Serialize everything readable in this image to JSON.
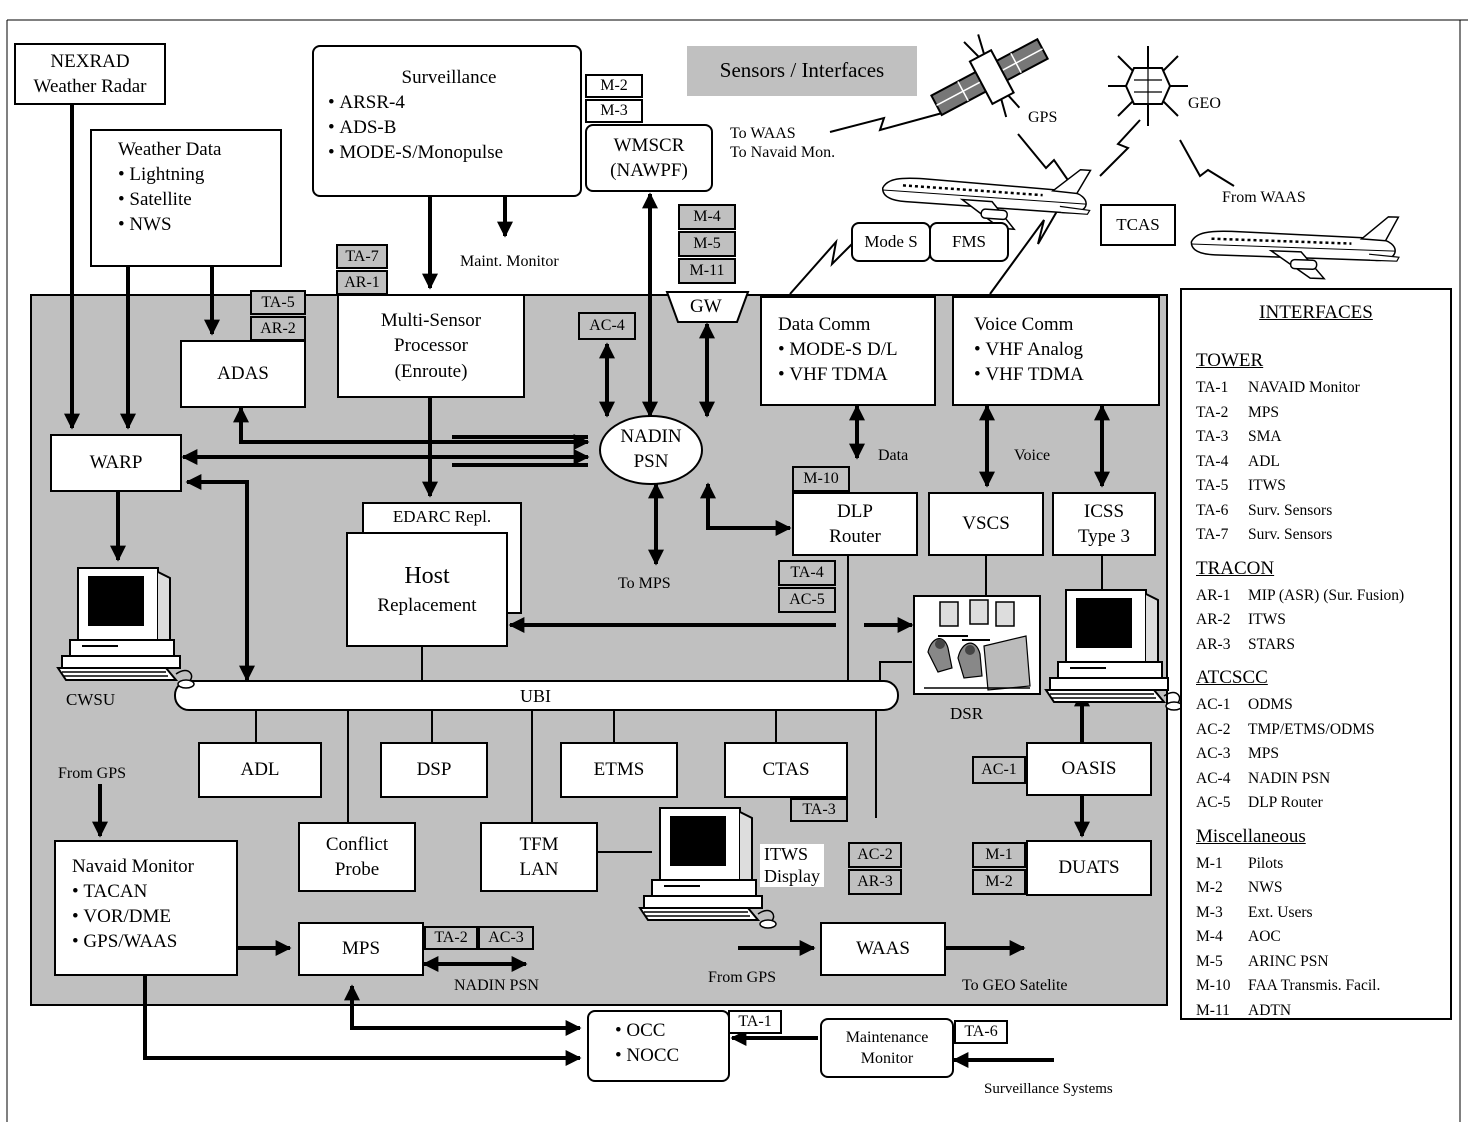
{
  "header": {
    "sensors_title": "Sensors / Interfaces"
  },
  "external": {
    "nexrad": [
      "NEXRAD",
      "Weather Radar"
    ],
    "weather_data": {
      "title": "Weather Data",
      "items": [
        "Lightning",
        "Satellite",
        "NWS"
      ]
    },
    "surveillance": {
      "title": "Surveillance",
      "items": [
        "ARSR-4",
        "ADS-B",
        "MODE-S/Monopulse"
      ]
    },
    "wmscr": [
      "WMSCR",
      "(NAWPF)"
    ],
    "mode_s": "Mode S",
    "fms": "FMS",
    "tcas": "TCAS",
    "gps_label": "GPS",
    "geo_label": "GEO",
    "to_waas": [
      "To WAAS",
      "To Navaid Mon."
    ],
    "from_waas": "From WAAS",
    "maint_monitor_label": "Maint. Monitor"
  },
  "tags": {
    "ta7": "TA-7",
    "ar1": "AR-1",
    "ta5": "TA-5",
    "ar2": "AR-2",
    "m2_top": "M-2",
    "m3": "M-3",
    "m4": "M-4",
    "m5": "M-5",
    "m11": "M-11",
    "ac4": "AC-4",
    "m10": "M-10",
    "ta4": "TA-4",
    "ac5": "AC-5",
    "ta3": "TA-3",
    "ac2": "AC-2",
    "ar3": "AR-3",
    "ac1": "AC-1",
    "m1": "M-1",
    "m2": "M-2",
    "ta2": "TA-2",
    "ac3": "AC-3",
    "ta1": "TA-1",
    "ta6": "TA-6"
  },
  "blocks": {
    "gw": "GW",
    "adas": "ADAS",
    "msp": [
      "Multi-Sensor",
      "Processor",
      "(Enroute)"
    ],
    "nadin": [
      "NADIN",
      "PSN"
    ],
    "data_comm": {
      "title": "Data Comm",
      "items": [
        "MODE-S D/L",
        "VHF TDMA"
      ]
    },
    "voice_comm": {
      "title": "Voice Comm",
      "items": [
        "VHF Analog",
        "VHF TDMA"
      ]
    },
    "warp": "WARP",
    "edarc": "EDARC Repl.",
    "host": [
      "Host",
      "Replacement"
    ],
    "dlp_router": [
      "DLP",
      "Router"
    ],
    "vscs": "VSCS",
    "icss": [
      "ICSS",
      "Type 3"
    ],
    "ubi": "UBI",
    "adl": "ADL",
    "dsp": "DSP",
    "etms": "ETMS",
    "ctas": "CTAS",
    "oasis": "OASIS",
    "duats": "DUATS",
    "conflict_probe": [
      "Conflict",
      "Probe"
    ],
    "tfm_lan": [
      "TFM",
      "LAN"
    ],
    "navaid_monitor": {
      "title": "Navaid Monitor",
      "items": [
        "TACAN",
        "VOR/DME",
        "GPS/WAAS"
      ]
    },
    "mps": "MPS",
    "waas": "WAAS",
    "occ": [
      "OCC",
      "NOCC"
    ],
    "maintenance_monitor": [
      "Maintenance",
      "Monitor"
    ]
  },
  "labels": {
    "cwsu": "CWSU",
    "dsr": "DSR",
    "itws_display": [
      "ITWS",
      "Display"
    ],
    "to_mps": "To MPS",
    "data": "Data",
    "voice": "Voice",
    "from_gps_left": "From GPS",
    "from_gps_bottom": "From GPS",
    "nadin_psn_bottom": "NADIN PSN",
    "to_geo": "To GEO Satelite",
    "surveillance_systems": "Surveillance Systems"
  },
  "legend": {
    "title": "INTERFACES",
    "sections": [
      {
        "name": "TOWER",
        "rows": [
          [
            "TA-1",
            "NAVAID Monitor"
          ],
          [
            "TA-2",
            "MPS"
          ],
          [
            "TA-3",
            "SMA"
          ],
          [
            "TA-4",
            "ADL"
          ],
          [
            "TA-5",
            "ITWS"
          ],
          [
            "TA-6",
            "Surv. Sensors"
          ],
          [
            "TA-7",
            "Surv. Sensors"
          ]
        ]
      },
      {
        "name": "TRACON",
        "rows": [
          [
            "AR-1",
            "MIP (ASR) (Sur. Fusion)"
          ],
          [
            "AR-2",
            "ITWS"
          ],
          [
            "AR-3",
            "STARS"
          ]
        ]
      },
      {
        "name": "ATCSCC",
        "rows": [
          [
            "AC-1",
            "ODMS"
          ],
          [
            "AC-2",
            "TMP/ETMS/ODMS"
          ],
          [
            "AC-3",
            "MPS"
          ],
          [
            "AC-4",
            "NADIN PSN"
          ],
          [
            "AC-5",
            "DLP Router"
          ]
        ]
      },
      {
        "name": "Miscellaneous",
        "rows": [
          [
            "M-1",
            "Pilots"
          ],
          [
            "M-2",
            "NWS"
          ],
          [
            "M-3",
            "Ext. Users"
          ],
          [
            "M-4",
            "AOC"
          ],
          [
            "M-5",
            "ARINC PSN"
          ],
          [
            "M-10",
            "FAA Transmis. Facil."
          ],
          [
            "M-11",
            "ADTN"
          ]
        ]
      }
    ]
  }
}
